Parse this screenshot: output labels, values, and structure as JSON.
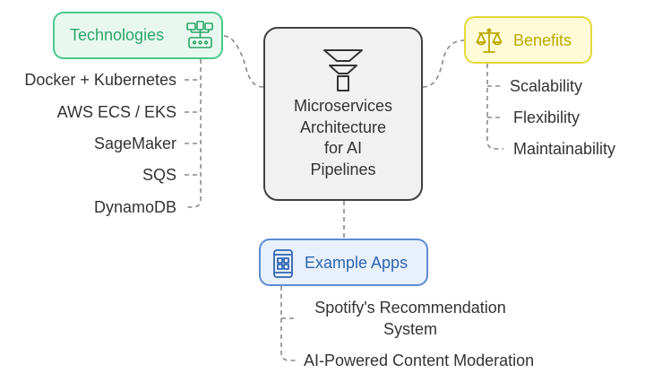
{
  "center": {
    "lines": [
      "Microservices",
      "Architecture",
      "for AI",
      "Pipelines"
    ],
    "icon": "funnel-icon"
  },
  "technologies": {
    "label": "Technologies",
    "icon": "network-devices-icon",
    "color": "#49c98a",
    "items": [
      "Docker + Kubernetes",
      "AWS ECS / EKS",
      "SageMaker",
      "SQS",
      "DynamoDB"
    ]
  },
  "benefits": {
    "label": "Benefits",
    "icon": "scale-icon",
    "color": "#e2d83a",
    "items": [
      "Scalability",
      "Flexibility",
      "Maintainability"
    ]
  },
  "example_apps": {
    "label": "Example Apps",
    "icon": "mobile-app-icon",
    "color": "#5b8bd4",
    "items": [
      {
        "line1": "Spotify's Recommendation",
        "line2": "System"
      },
      {
        "line1": "AI-Powered Content Moderation"
      }
    ]
  }
}
